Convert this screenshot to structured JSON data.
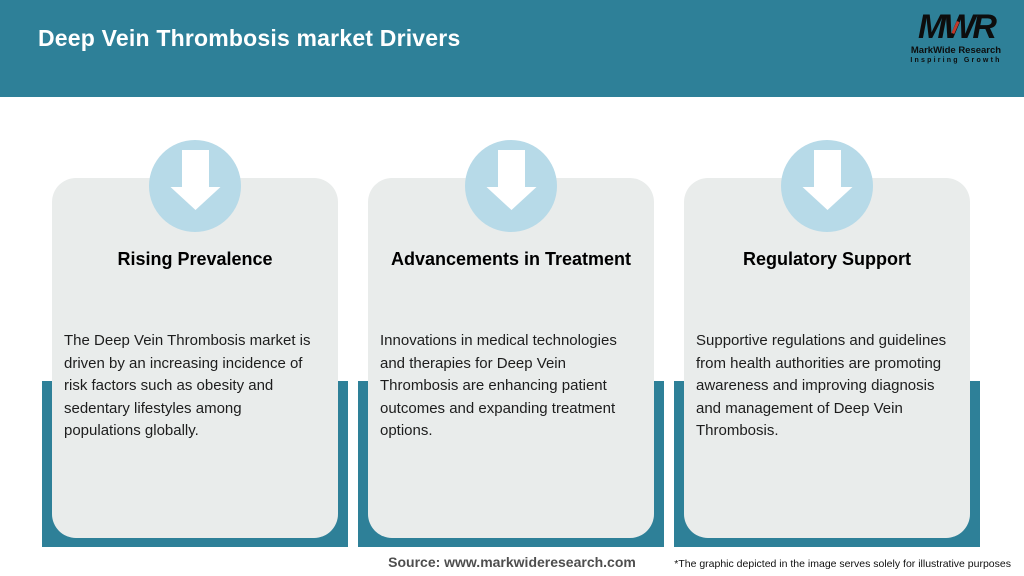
{
  "header": {
    "title": "Deep Vein Thrombosis market Drivers",
    "logo": {
      "acronym": "MWR",
      "company": "MarkWide Research",
      "tagline": "Inspiring Growth"
    }
  },
  "cards": [
    {
      "icon": "down-arrow-icon",
      "title": "Rising Prevalence",
      "description": "The Deep Vein Thrombosis market is driven by an increasing incidence of risk factors such as obesity and sedentary lifestyles among populations globally."
    },
    {
      "icon": "down-arrow-icon",
      "title": "Advancements in Treatment",
      "description": "Innovations in medical technologies and therapies for Deep Vein Thrombosis are enhancing patient outcomes and expanding treatment options."
    },
    {
      "icon": "down-arrow-icon",
      "title": "Regulatory Support",
      "description": "Supportive regulations and guidelines from health authorities are promoting awareness and improving diagnosis and management of Deep Vein Thrombosis."
    }
  ],
  "footer": {
    "source": "Source: www.markwideresearch.com",
    "disclaimer": "*The graphic depicted in the image serves solely for illustrative purposes"
  },
  "colors": {
    "header_bg": "#2E8098",
    "backdrop": "#2E8098",
    "card_bg": "#E9ECEB",
    "circle": "#B7DAE8",
    "arrow": "#FFFFFF",
    "logo_accent": "#C03A2B"
  }
}
